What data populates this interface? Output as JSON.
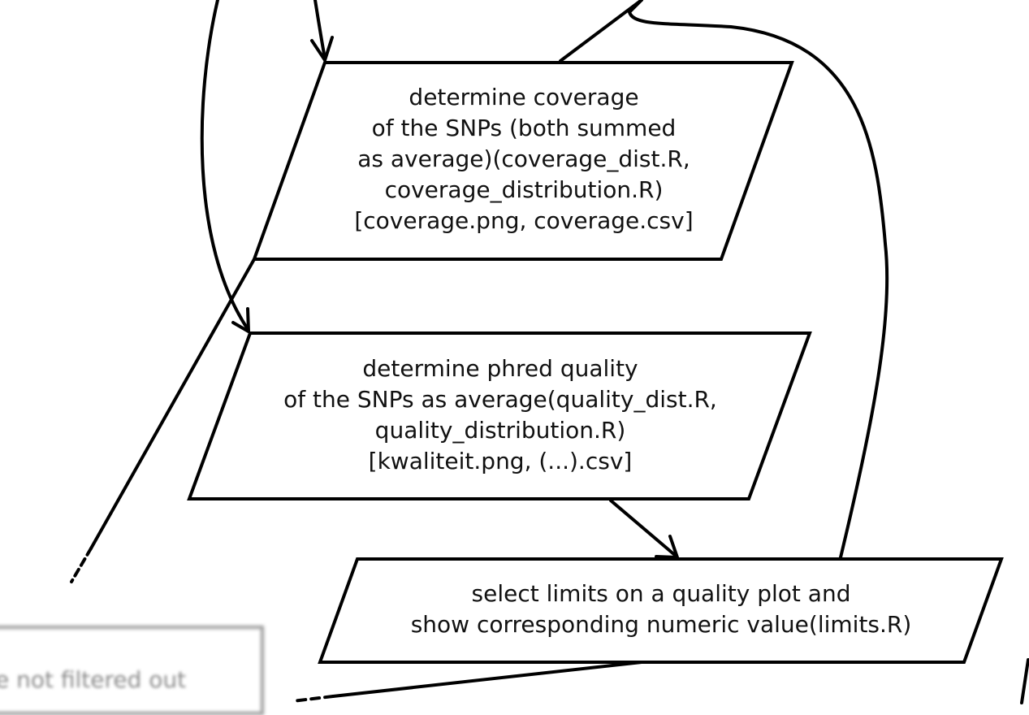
{
  "nodes": [
    {
      "id": "coverage",
      "lines": [
        "determine coverage",
        "of the SNPs (both summed",
        "as average)(coverage_dist.R,",
        "coverage_distribution.R)",
        "[coverage.png, coverage.csv]"
      ]
    },
    {
      "id": "quality",
      "lines": [
        "determine phred quality",
        "of the SNPs as average(quality_dist.R,",
        "quality_distribution.R)",
        "[kwaliteit.png, (...).csv]"
      ]
    },
    {
      "id": "limits",
      "lines": [
        "select limits on a quality plot and",
        "show corresponding numeric value(limits.R)"
      ]
    }
  ],
  "partial_node": {
    "text": "e not filtered out"
  },
  "colors": {
    "stroke": "#000000",
    "text": "#111111",
    "faded": "#9a9a9a"
  }
}
